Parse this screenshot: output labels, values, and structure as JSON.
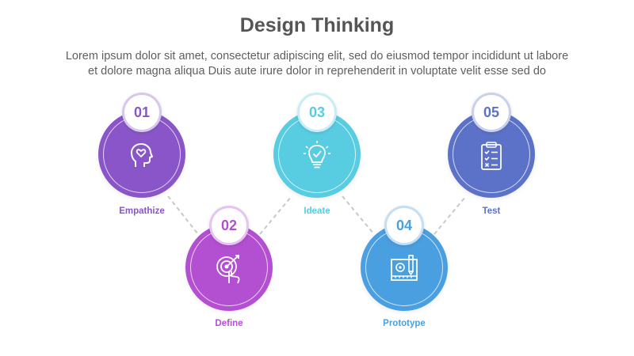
{
  "header": {
    "title": "Design Thinking",
    "subtitle_line1": "Lorem ipsum dolor sit amet, consectetur adipiscing elit, sed do eiusmod tempor incididunt ut labore",
    "subtitle_line2": "et dolore magna aliqua Duis aute irure dolor in reprehenderit in voluptate velit esse sed do"
  },
  "steps": [
    {
      "number": "01",
      "label": "Empathize",
      "color": "#8a55c9",
      "icon": "head-heart-icon"
    },
    {
      "number": "02",
      "label": "Define",
      "color": "#b34fd1",
      "icon": "target-hand-icon"
    },
    {
      "number": "03",
      "label": "Ideate",
      "color": "#58cce0",
      "icon": "lightbulb-icon"
    },
    {
      "number": "04",
      "label": "Prototype",
      "color": "#4a9fe0",
      "icon": "blueprint-icon"
    },
    {
      "number": "05",
      "label": "Test",
      "color": "#5c72c8",
      "icon": "clipboard-checklist-icon"
    }
  ],
  "connector_color": "#c8c8c8"
}
